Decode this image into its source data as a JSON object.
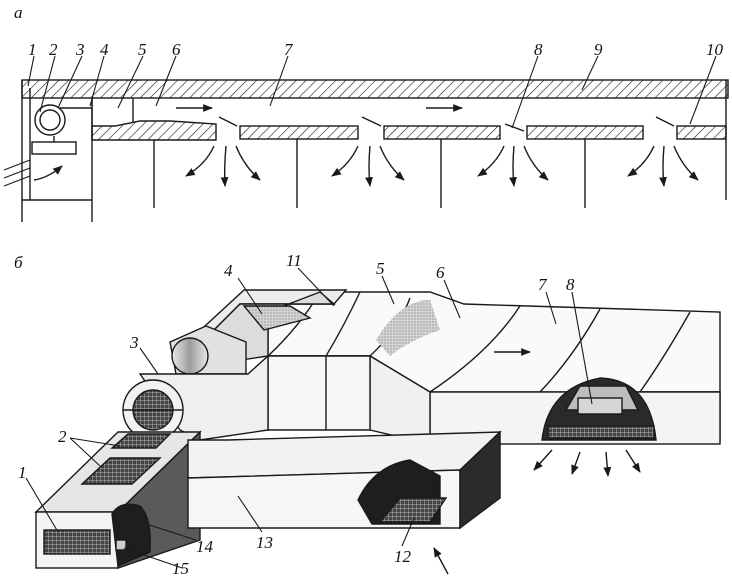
{
  "panels": {
    "a": {
      "letter": "а",
      "callouts": [
        "1",
        "2",
        "3",
        "4",
        "5",
        "6",
        "7",
        "8",
        "9",
        "10"
      ]
    },
    "b": {
      "letter": "б",
      "callouts": [
        "1",
        "2",
        "3",
        "4",
        "5",
        "6",
        "7",
        "8",
        "11",
        "12",
        "13",
        "14",
        "15"
      ]
    }
  },
  "colors": {
    "ink": "#1a1a1a",
    "shade_light": "#cfcfcf",
    "shade_mid": "#9a9a9a",
    "shade_dark": "#2a2a2a",
    "paper": "#ffffff"
  }
}
